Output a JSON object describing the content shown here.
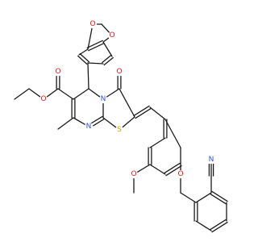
{
  "molecule": {
    "colors": {
      "bond": "#1a1a1a",
      "O": "#ff0d0d",
      "N": "#2f50f8",
      "S": "#c8a800",
      "background": "#ffffff"
    },
    "atom_labels": [
      {
        "id": "O_dioxole_top",
        "text": "O",
        "element": "O"
      },
      {
        "id": "O_dioxole_bottom",
        "text": "O",
        "element": "O"
      },
      {
        "id": "O_ester_carbonyl",
        "text": "O",
        "element": "O"
      },
      {
        "id": "O_ester_ether",
        "text": "O",
        "element": "O"
      },
      {
        "id": "O_ketone",
        "text": "O",
        "element": "O"
      },
      {
        "id": "N_ring",
        "text": "N",
        "element": "N"
      },
      {
        "id": "N_imine",
        "text": "N",
        "element": "N"
      },
      {
        "id": "S_ring",
        "text": "S",
        "element": "S"
      },
      {
        "id": "O_methoxy",
        "text": "O",
        "element": "O"
      },
      {
        "id": "O_benzyloxy",
        "text": "O",
        "element": "O"
      },
      {
        "id": "N_nitrile",
        "text": "N",
        "element": "N"
      }
    ]
  }
}
